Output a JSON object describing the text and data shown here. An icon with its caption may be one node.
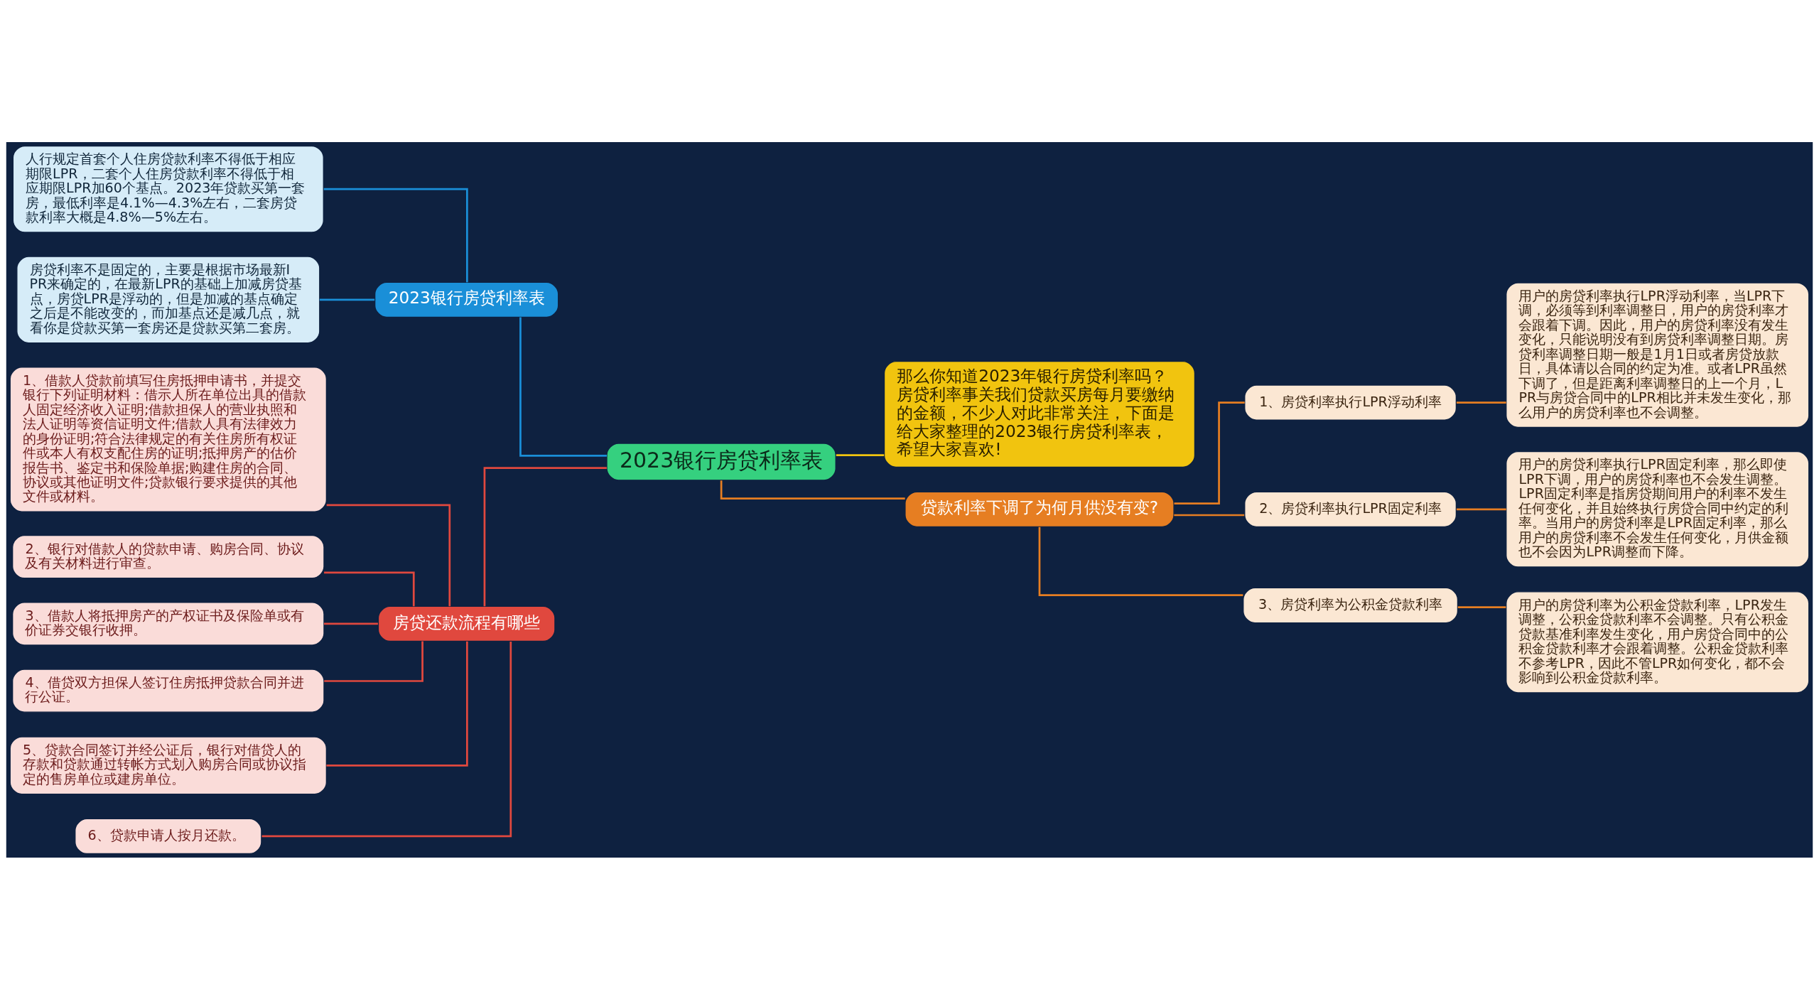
{
  "diagram": {
    "nodes": [
      {
        "text": [
          "2023银行房贷利率表"
        ]
      },
      {
        "text": [
          "2023银行房贷利率表"
        ]
      },
      {
        "text": [
          "人行规定首套个人住房贷款利率不得低于相应期限LPR，二套个人住房贷款利率不得低于相应期限LPR加60个基点。2023年贷款买第一套房，最低利率是4.1%—4.3%左右，二套房贷款利率大概是4.8%—5%左右。"
        ]
      },
      {
        "text": [
          "房贷利率不是固定的，主要是根据市场最新IPR来确定的，在最新LPR的基础上加减房贷基点，房贷LPR是浮动的，但是加减的基点确定之后是不能改变的，而加基点还是减几点，就看你是贷款买第一套房还是贷款买第二套房。"
        ]
      },
      {
        "text": [
          "房贷还款流程有哪些"
        ]
      },
      {
        "text": [
          "1、借款人贷款前填写住房抵押申请书，并提交银行下列证明材料：借示人所在单位出具的借款人固定经济收入证明;借款担保人的营业执照和法人证明等资信证明文件;借款人具有法律效力的身份证明;符合法律规定的有关住房所有权证件或本人有权支配住房的证明;抵押房产的估价报告书、鉴定书和保险单据;购建住房的合同、协议或其他证明文件;贷款银行要求提供的其他文件或材料。"
        ]
      },
      {
        "text": [
          "2、银行对借款人的贷款申请、购房合同、协议及有关材料进行审查。"
        ]
      },
      {
        "text": [
          "3、借款人将抵押房产的产权证书及保险单或有价证券交银行收押。"
        ]
      },
      {
        "text": [
          "4、借贷双方担保人签订住房抵押贷款合同并进行公证。"
        ]
      },
      {
        "text": [
          "5、贷款合同签订并经公证后，银行对借贷人的存款和贷款通过转帐方式划入购房合同或协议指定的售房单位或建房单位。"
        ]
      },
      {
        "text": [
          "6、贷款申请人按月还款。"
        ]
      },
      {
        "text": [
          "那么你知道2023年银行房贷利率吗？房贷利率事关我们贷款买房每月要缴纳的金额，不少人对此非常关注，下面是给大家整理的2023银行房贷利率表，希望大家喜欢!"
        ]
      },
      {
        "text": [
          "贷款利率下调了为何月供没有变?"
        ]
      },
      {
        "text": [
          "1、房贷利率执行LPR浮动利率"
        ]
      },
      {
        "text": [
          "用户的房贷利率执行LPR浮动利率，当LPR下调，必须等到利率调整日，用户的房贷利率才会跟着下调。因此，用户的房贷利率没有发生变化，只能说明没有到房贷利率调整日期。房贷利率调整日期一般是1月1日或者房贷放款日，具体请以合同的约定为准。或者LPR虽然下调了，但是距离利率调整日的上一个月，LPR与房贷合同中的LPR相比并未发生变化，那么用户的房贷利率也不会调整。"
        ]
      },
      {
        "text": [
          "2、房贷利率执行LPR固定利率"
        ]
      },
      {
        "text": [
          "用户的房贷利率执行LPR固定利率，那么即使LPR下调，用户的房贷利率也不会发生调整。LPR固定利率是指房贷期间用户的利率不发生任何变化，并且始终执行房贷合同中约定的利率。当用户的房贷利率是LPR固定利率，那么用户的房贷利率不会发生任何变化，月供金额也不会因为LPR调整而下降。"
        ]
      },
      {
        "text": [
          "3、房贷利率为公积金贷款利率"
        ]
      },
      {
        "text": [
          "用户的房贷利率为公积金贷款利率，LPR发生调整，公积金贷款利率不会调整。只有公积金贷款基准利率发生变化，用户房贷合同中的公积金贷款利率才会跟着调整。公积金贷款利率不参考LPR，因此不管LPR如何变化，都不会影响到公积金贷款利率。"
        ]
      }
    ],
    "edges": [
      {
        "from": 0,
        "to": 1,
        "arrow": "none",
        "color": "#1a8fd8"
      },
      {
        "from": 1,
        "to": 2,
        "arrow": "none",
        "color": "#1a8fd8"
      },
      {
        "from": 1,
        "to": 3,
        "arrow": "none",
        "color": "#1a8fd8"
      },
      {
        "from": 0,
        "to": 4,
        "arrow": "none",
        "color": "#e0483e"
      },
      {
        "from": 4,
        "to": 5,
        "arrow": "none",
        "color": "#e0483e"
      },
      {
        "from": 4,
        "to": 6,
        "arrow": "none",
        "color": "#e0483e"
      },
      {
        "from": 4,
        "to": 7,
        "arrow": "none",
        "color": "#e0483e"
      },
      {
        "from": 4,
        "to": 8,
        "arrow": "none",
        "color": "#e0483e"
      },
      {
        "from": 4,
        "to": 9,
        "arrow": "none",
        "color": "#e0483e"
      },
      {
        "from": 4,
        "to": 10,
        "arrow": "none",
        "color": "#e0483e"
      },
      {
        "from": 0,
        "to": 11,
        "arrow": "none",
        "color": "#f1c40f"
      },
      {
        "from": 0,
        "to": 12,
        "arrow": "none"
      },
      {
        "from": 12,
        "to": 13,
        "arrow": "none"
      },
      {
        "from": 13,
        "to": 14,
        "arrow": "none"
      },
      {
        "from": 12,
        "to": 15,
        "arrow": "none"
      },
      {
        "from": 15,
        "to": 16,
        "arrow": "none"
      },
      {
        "from": 12,
        "to": 17,
        "arrow": "none"
      },
      {
        "from": 17,
        "to": 18,
        "arrow": "none"
      }
    ]
  }
}
